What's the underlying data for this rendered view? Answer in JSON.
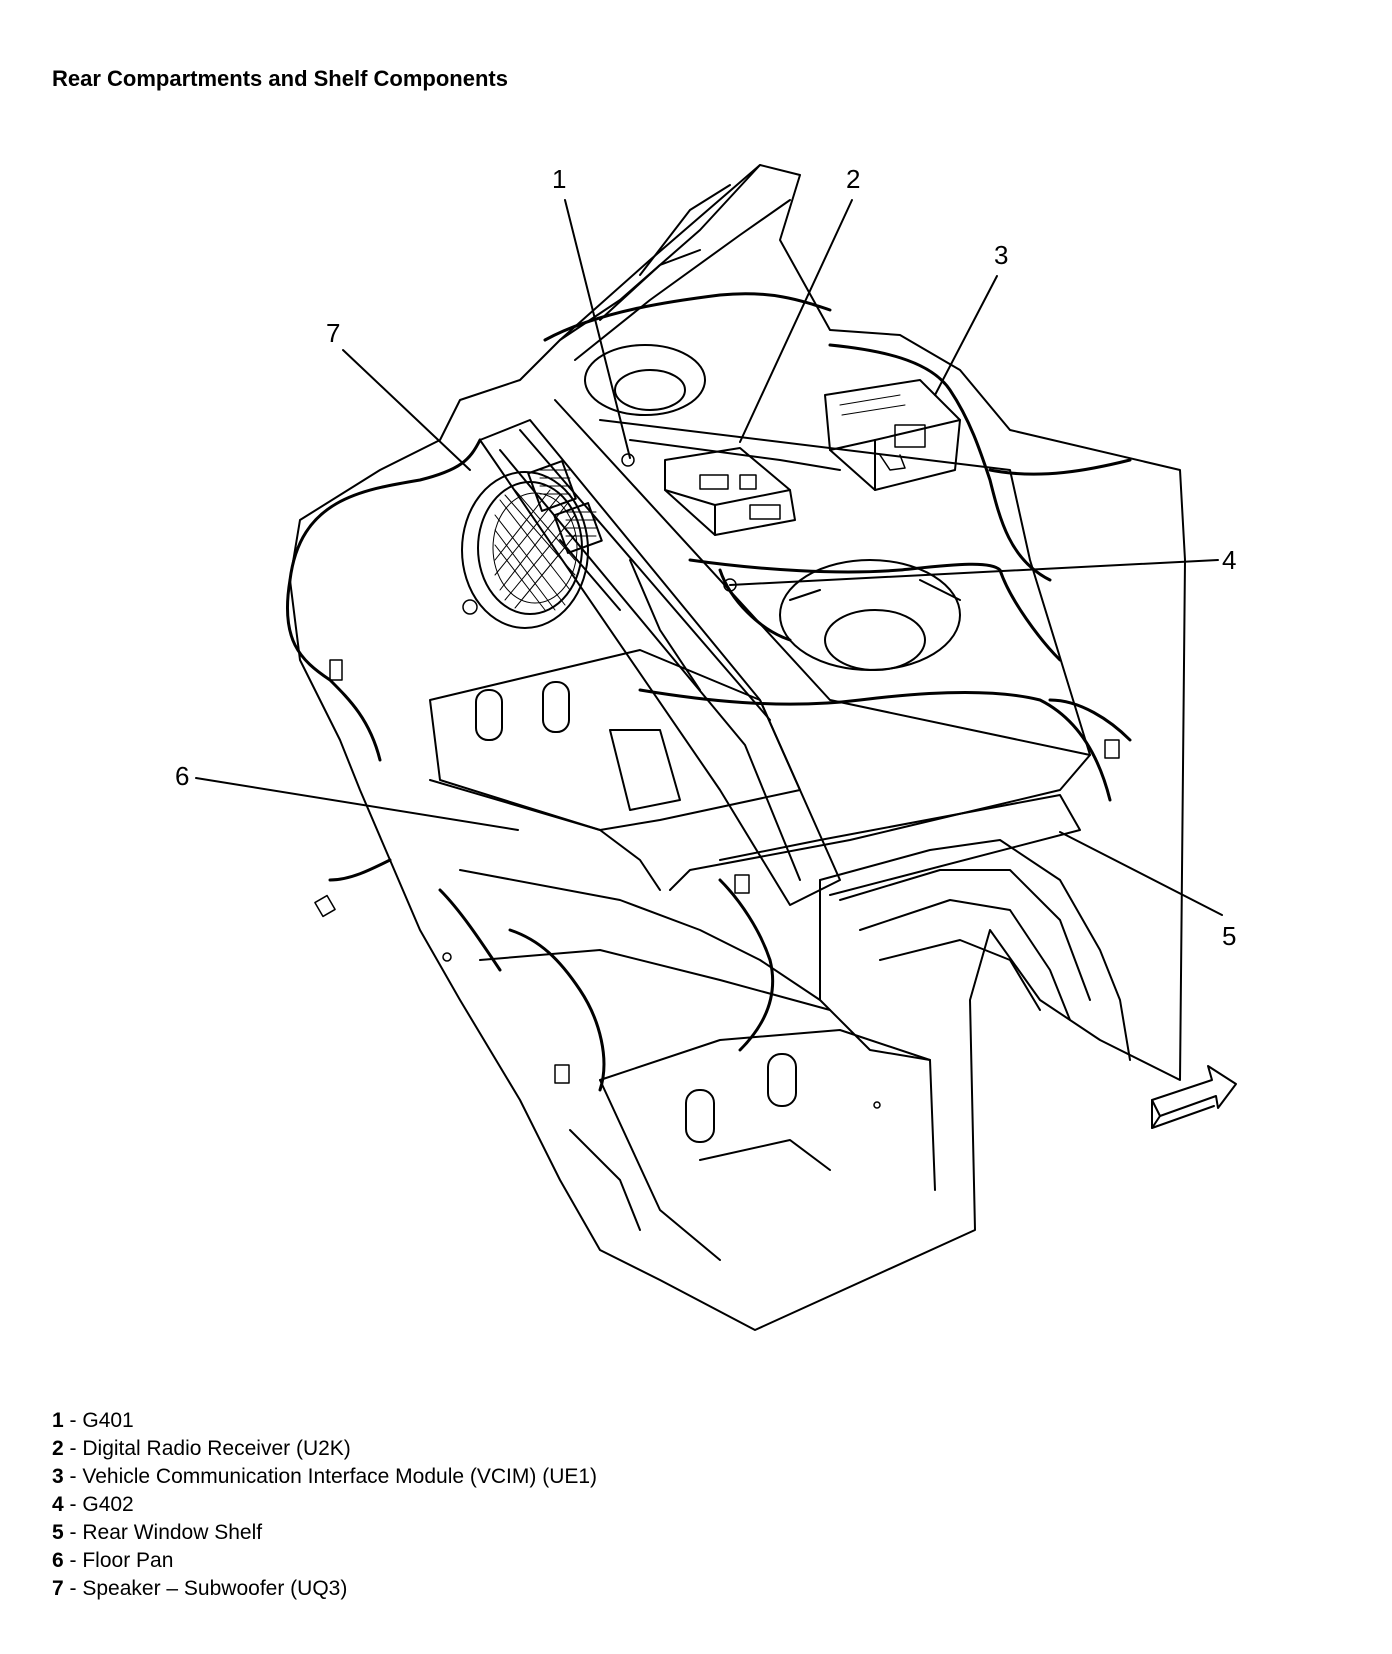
{
  "title": "Rear Compartments and Shelf Components",
  "callouts": [
    "1",
    "2",
    "3",
    "4",
    "5",
    "6",
    "7"
  ],
  "legend": [
    {
      "num": "1",
      "sep": " - ",
      "text": "G401"
    },
    {
      "num": "2",
      "sep": " - ",
      "text": "Digital Radio Receiver (U2K)"
    },
    {
      "num": "3",
      "sep": " - ",
      "text": "Vehicle Communication Interface Module (VCIM) (UE1)"
    },
    {
      "num": "4",
      "sep": " - ",
      "text": "G402"
    },
    {
      "num": "5",
      "sep": " - ",
      "text": "Rear Window Shelf"
    },
    {
      "num": "6",
      "sep": " - ",
      "text": "Floor Pan"
    },
    {
      "num": "7",
      "sep": " - ",
      "text": "Speaker – Subwoofer (UQ3)"
    }
  ]
}
